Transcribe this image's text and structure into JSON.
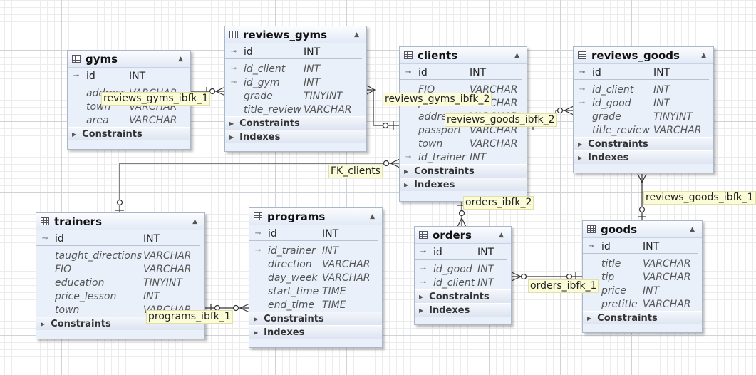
{
  "entities": {
    "gyms": {
      "name": "gyms",
      "columns": [
        {
          "name": "id",
          "type": "INT"
        },
        {
          "name": "address",
          "type": "VARCHAR"
        },
        {
          "name": "town",
          "type": "VARCHAR"
        },
        {
          "name": "area",
          "type": "VARCHAR"
        }
      ],
      "sections": [
        "Constraints"
      ]
    },
    "reviews_gyms": {
      "name": "reviews_gyms",
      "columns": [
        {
          "name": "id",
          "type": "INT"
        },
        {
          "name": "id_client",
          "type": "INT"
        },
        {
          "name": "id_gym",
          "type": "INT"
        },
        {
          "name": "grade",
          "type": "TINYINT"
        },
        {
          "name": "title_review",
          "type": "VARCHAR"
        }
      ],
      "sections": [
        "Constraints",
        "Indexes"
      ]
    },
    "clients": {
      "name": "clients",
      "columns": [
        {
          "name": "id",
          "type": "INT"
        },
        {
          "name": "FIO",
          "type": "VARCHAR"
        },
        {
          "name": "phone",
          "type": "VARCHAR"
        },
        {
          "name": "address",
          "type": "VARCHAR"
        },
        {
          "name": "passport",
          "type": "VARCHAR"
        },
        {
          "name": "town",
          "type": "VARCHAR"
        },
        {
          "name": "id_trainer",
          "type": "INT"
        }
      ],
      "sections": [
        "Constraints",
        "Indexes"
      ]
    },
    "reviews_goods": {
      "name": "reviews_goods",
      "columns": [
        {
          "name": "id",
          "type": "INT"
        },
        {
          "name": "id_client",
          "type": "INT"
        },
        {
          "name": "id_good",
          "type": "INT"
        },
        {
          "name": "grade",
          "type": "TINYINT"
        },
        {
          "name": "title_review",
          "type": "VARCHAR"
        }
      ],
      "sections": [
        "Constraints",
        "Indexes"
      ]
    },
    "trainers": {
      "name": "trainers",
      "columns": [
        {
          "name": "id",
          "type": "INT"
        },
        {
          "name": "taught_directions",
          "type": "VARCHAR"
        },
        {
          "name": "FIO",
          "type": "VARCHAR"
        },
        {
          "name": "education",
          "type": "TINYINT"
        },
        {
          "name": "price_lesson",
          "type": "INT"
        },
        {
          "name": "town",
          "type": "VARCHAR"
        }
      ],
      "sections": [
        "Constraints"
      ]
    },
    "programs": {
      "name": "programs",
      "columns": [
        {
          "name": "id",
          "type": "INT"
        },
        {
          "name": "id_trainer",
          "type": "INT"
        },
        {
          "name": "direction",
          "type": "VARCHAR"
        },
        {
          "name": "day_week",
          "type": "VARCHAR"
        },
        {
          "name": "start_time",
          "type": "TIME"
        },
        {
          "name": "end_time",
          "type": "TIME"
        }
      ],
      "sections": [
        "Constraints",
        "Indexes"
      ]
    },
    "orders": {
      "name": "orders",
      "columns": [
        {
          "name": "id",
          "type": "INT"
        },
        {
          "name": "id_good",
          "type": "INT"
        },
        {
          "name": "id_client",
          "type": "INT"
        }
      ],
      "sections": [
        "Constraints",
        "Indexes"
      ]
    },
    "goods": {
      "name": "goods",
      "columns": [
        {
          "name": "id",
          "type": "INT"
        },
        {
          "name": "title",
          "type": "VARCHAR"
        },
        {
          "name": "tip",
          "type": "VARCHAR"
        },
        {
          "name": "price",
          "type": "INT"
        },
        {
          "name": "pretitle",
          "type": "VARCHAR"
        }
      ],
      "sections": [
        "Constraints"
      ]
    }
  },
  "relations": {
    "reviews_gyms_ibfk_1": "reviews_gyms_ibfk_1",
    "reviews_gyms_ibfk_2": "reviews_gyms_ibfk_2",
    "reviews_goods_ibfk_2": "reviews_goods_ibfk_2",
    "FK_clients": "FK_clients",
    "reviews_goods_ibfk_1": "reviews_goods_ibfk_1",
    "orders_ibfk_2": "orders_ibfk_2",
    "orders_ibfk_1": "orders_ibfk_1",
    "programs_ibfk_1": "programs_ibfk_1"
  },
  "icons": {
    "table": "table-icon",
    "primary_key": "primary-key-icon",
    "foreign_key": "foreign-key-icon",
    "collapse": "collapse-triangle-icon",
    "expand": "expand-triangle-icon"
  }
}
